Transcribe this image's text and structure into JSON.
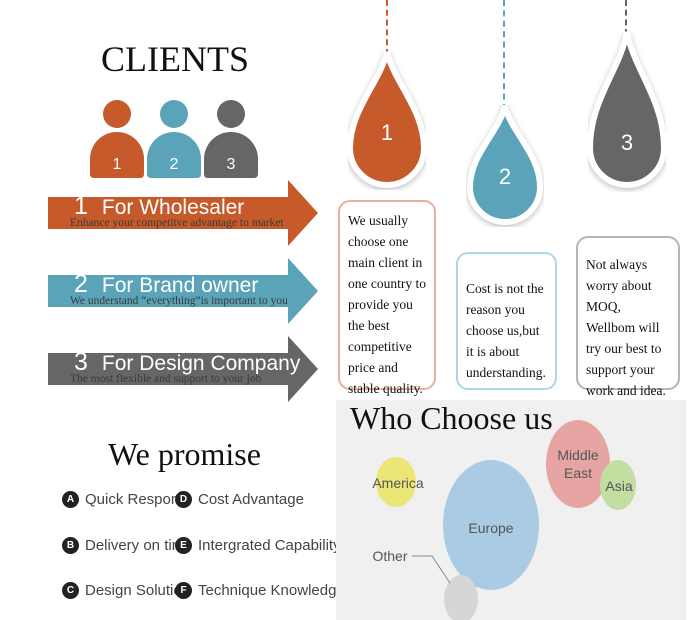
{
  "clients": {
    "title": "CLIENTS",
    "people": [
      {
        "num": "1",
        "color": "#c65a2a"
      },
      {
        "num": "2",
        "color": "#5aa3b8"
      },
      {
        "num": "3",
        "color": "#666666"
      }
    ]
  },
  "arrows": [
    {
      "num": "1",
      "label": "For Wholesaler",
      "sub": "Enhance your competitve advantage to market",
      "color": "#c65a2a"
    },
    {
      "num": "2",
      "label": "For Brand owner",
      "sub": "We understand “everything”is important to you",
      "color": "#5aa3b8"
    },
    {
      "num": "3",
      "label": "For Design Company",
      "sub": "The most flexible and support to your job",
      "color": "#666666"
    }
  ],
  "drops": [
    {
      "num": "1",
      "color": "#c65a2a",
      "border": "#e8b29a",
      "text": "We usually choose one main client in one country to provide you the best competitive price and stable quality."
    },
    {
      "num": "2",
      "color": "#5aa3b8",
      "border": "#a9d9e4",
      "text": "Cost is not the reason you choose us,but it is about understanding."
    },
    {
      "num": "3",
      "color": "#666666",
      "border": "#b5b5b5",
      "text": "Not always worry about MOQ, Wellbom will try our best to support your work and idea."
    }
  ],
  "promise": {
    "title": "We promise",
    "items": [
      {
        "letter": "A",
        "label": "Quick Respond"
      },
      {
        "letter": "D",
        "label": "Cost Advantage"
      },
      {
        "letter": "B",
        "label": "Delivery on time"
      },
      {
        "letter": "E",
        "label": "Intergrated Capability"
      },
      {
        "letter": "C",
        "label": "Design Solution"
      },
      {
        "letter": "F",
        "label": "Technique Knowledge"
      }
    ]
  },
  "who": {
    "title": "Who Choose us",
    "bubbles": [
      {
        "label": "America",
        "color": "#ebe676"
      },
      {
        "label": "Europe",
        "color": "#a9cbe3"
      },
      {
        "label_line1": "Middle",
        "label_line2": "East",
        "color": "#e6a5a2"
      },
      {
        "label": "Asia",
        "color": "#c2dea0"
      },
      {
        "label": "Other",
        "color": "#d6d6d6"
      }
    ]
  }
}
